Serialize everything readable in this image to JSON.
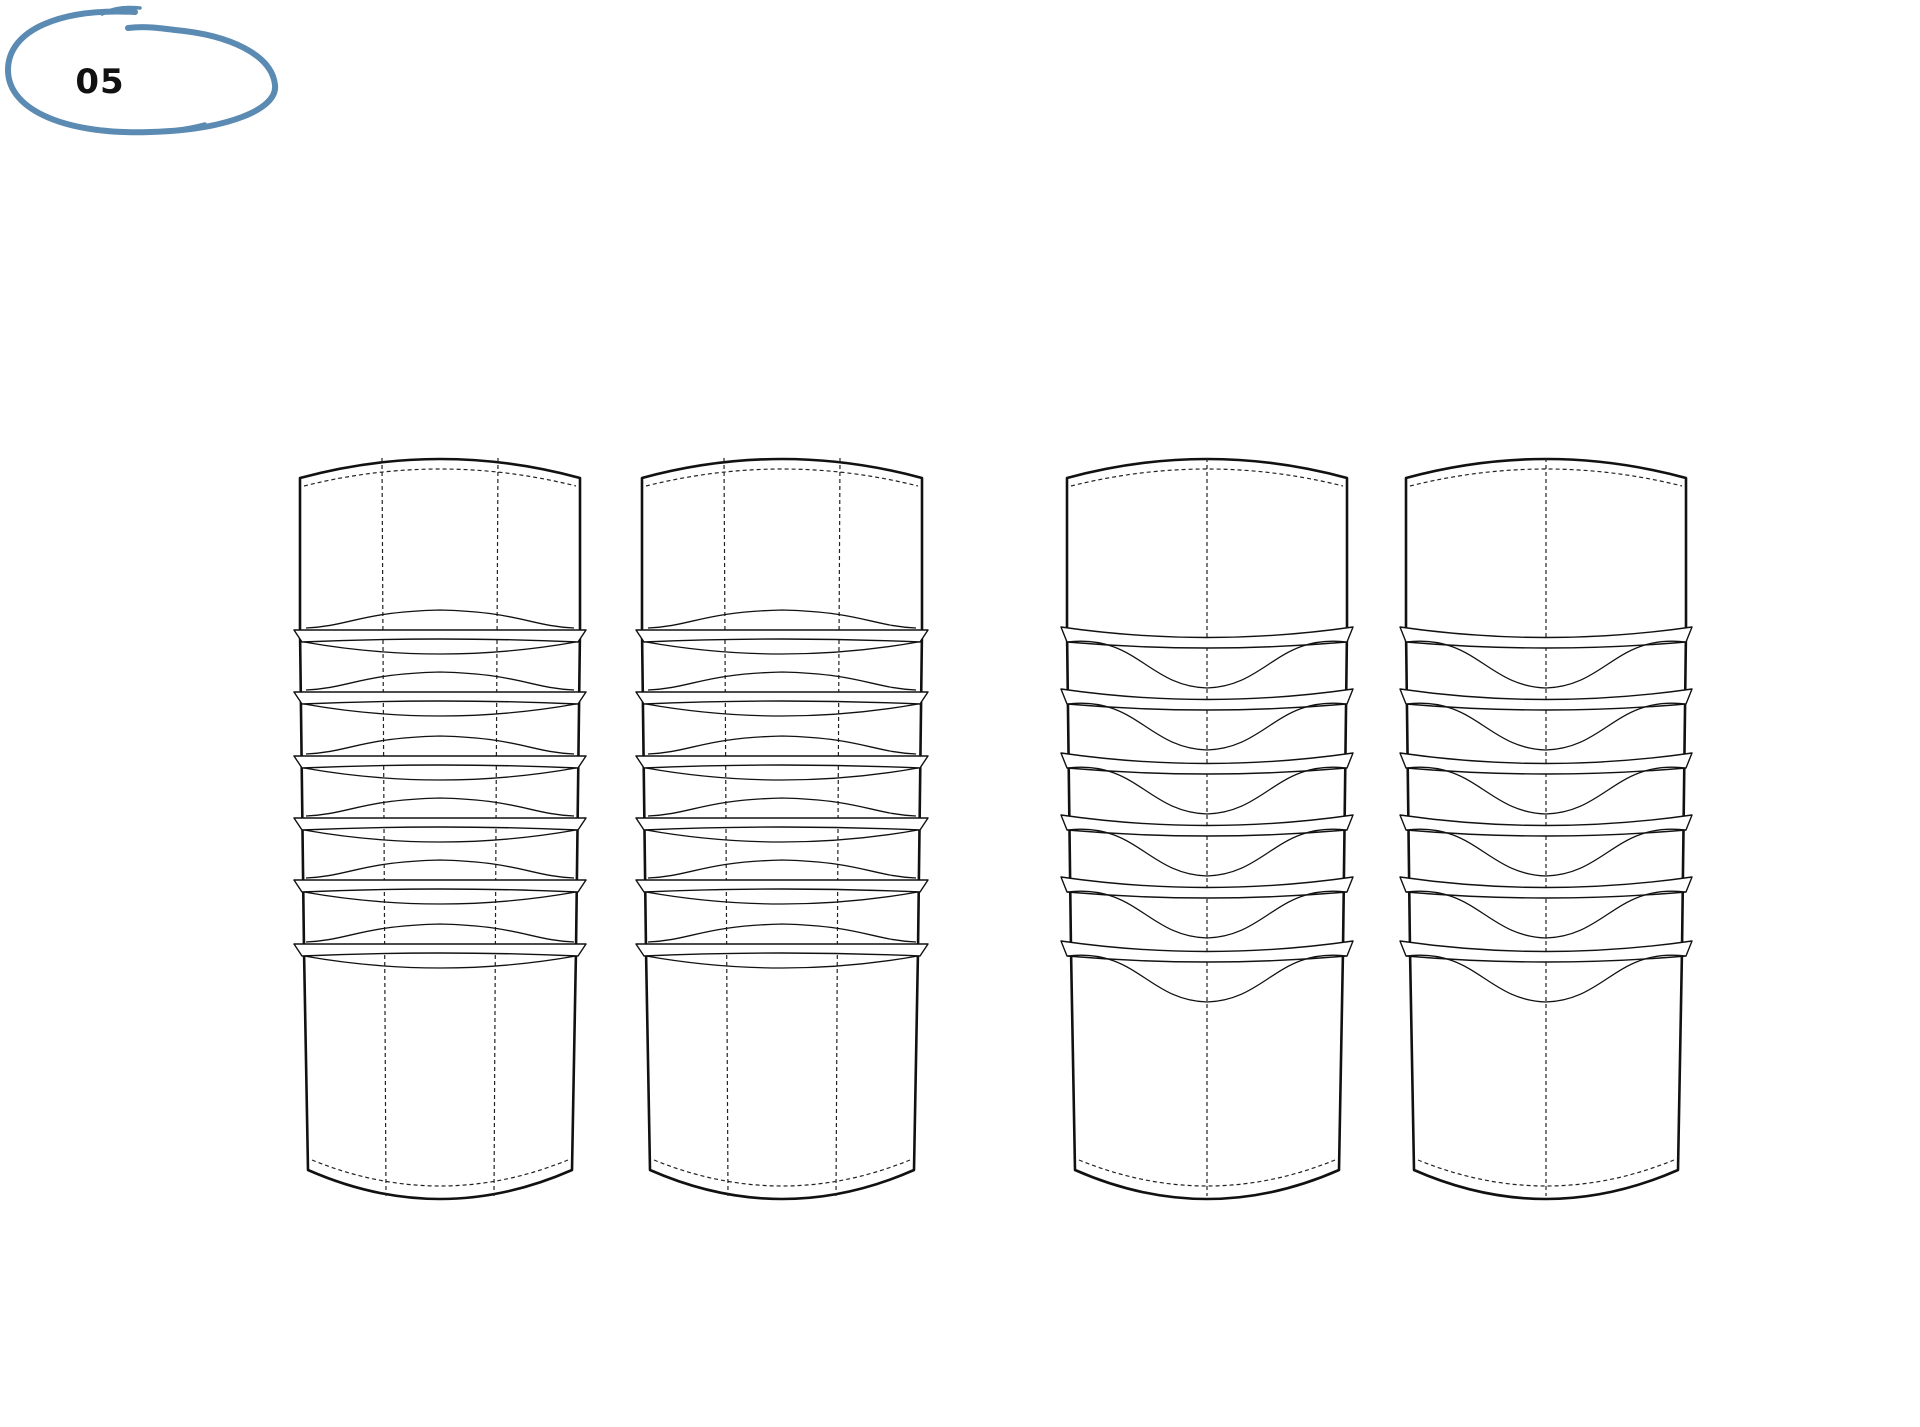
{
  "badge": {
    "label": "05",
    "color": "#5b8ab3"
  },
  "sketches": [
    {
      "name": "sleeve-sketch-1",
      "style": "shallow-pleats",
      "seams": 2,
      "pleats": 6
    },
    {
      "name": "sleeve-sketch-2",
      "style": "shallow-pleats",
      "seams": 2,
      "pleats": 6
    },
    {
      "name": "sleeve-sketch-3",
      "style": "deep-v-pleats",
      "seams": 1,
      "pleats": 6
    },
    {
      "name": "sleeve-sketch-4",
      "style": "deep-v-pleats",
      "seams": 1,
      "pleats": 6
    }
  ]
}
